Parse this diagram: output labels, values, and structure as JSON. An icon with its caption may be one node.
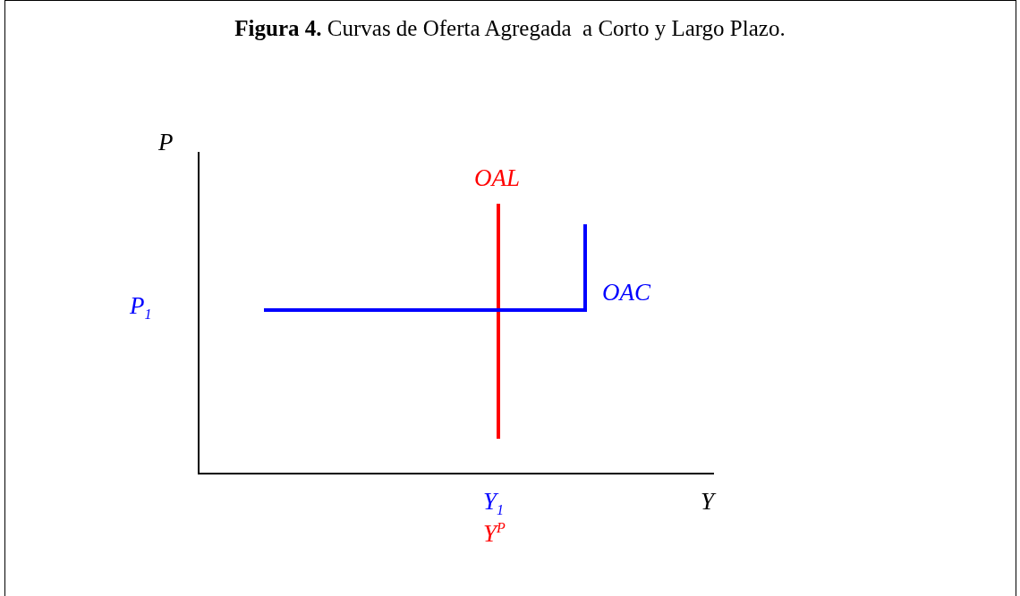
{
  "diagram": {
    "title": "**Figura 4.** Curvas de Oferta Agregada  a Corto y Largo Plazo.",
    "labels": [
      "P",
      "OAL",
      "OAC",
      "P$_{1}$",
      "Y",
      "Y$_{1}$",
      "Y$^{P}$"
    ]
  }
}
